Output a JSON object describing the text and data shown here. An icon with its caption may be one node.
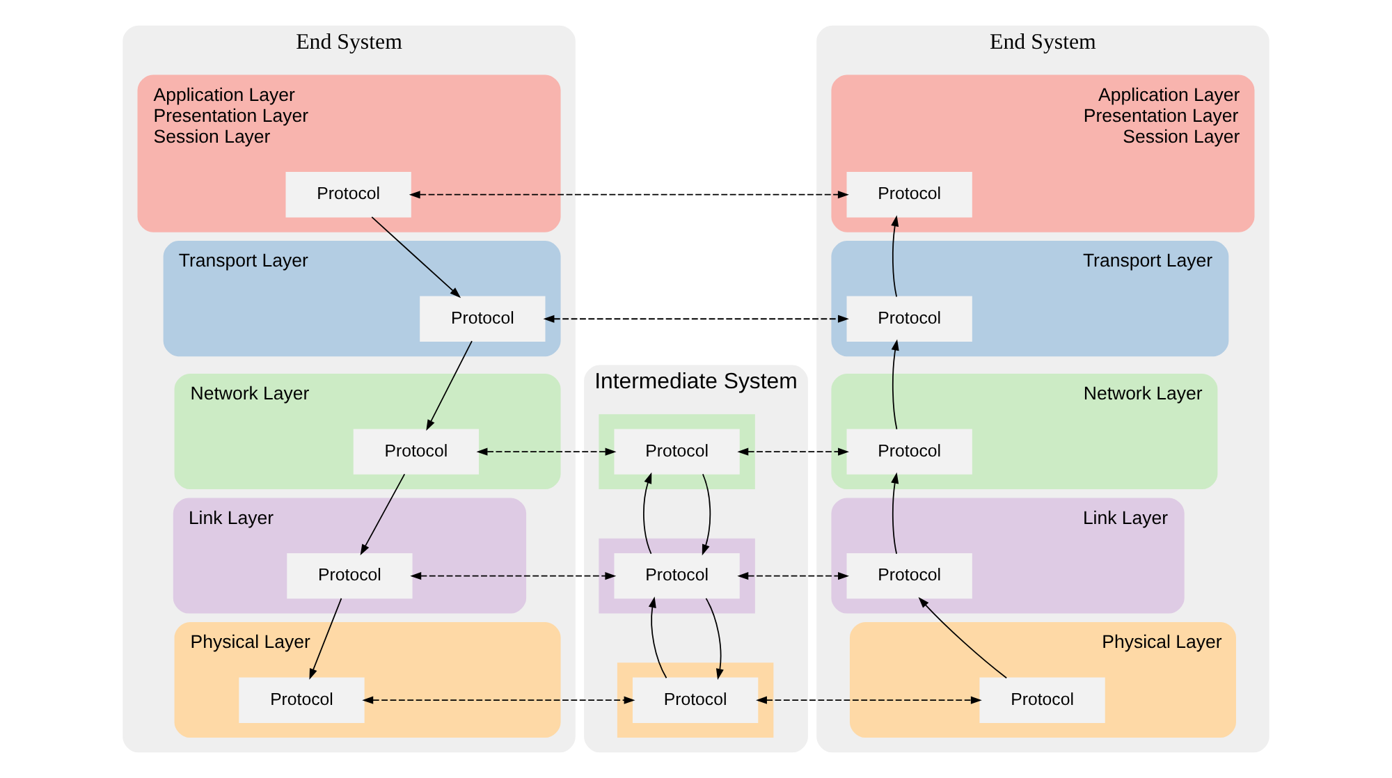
{
  "diagram": {
    "nodes": [
      {
        "text": [
          "End System"
        ]
      },
      {
        "text": [
          "Application Layer",
          "Presentation Layer",
          "Session Layer"
        ],
        "in": 0
      },
      {
        "text": [
          "Protocol"
        ],
        "in": 1
      },
      {
        "text": [
          "Transport Layer"
        ],
        "in": 0
      },
      {
        "text": [
          "Protocol"
        ],
        "in": 3
      },
      {
        "text": [
          "Network Layer"
        ],
        "in": 0
      },
      {
        "text": [
          "Protocol"
        ],
        "in": 5
      },
      {
        "text": [
          "Link Layer"
        ],
        "in": 0
      },
      {
        "text": [
          "Protocol"
        ],
        "in": 7
      },
      {
        "text": [
          "Physical Layer"
        ],
        "in": 0
      },
      {
        "text": [
          "Protocol"
        ],
        "in": 9
      },
      {
        "text": [
          "Intermediate System"
        ]
      },
      {
        "text": [],
        "shape": "box",
        "in": 11
      },
      {
        "text": [
          "Protocol"
        ],
        "in": 12
      },
      {
        "text": [],
        "shape": "box",
        "in": 11
      },
      {
        "text": [
          "Protocol"
        ],
        "in": 14
      },
      {
        "text": [],
        "shape": "box",
        "in": 11
      },
      {
        "text": [
          "Protocol"
        ],
        "in": 16
      },
      {
        "text": [
          "End System"
        ]
      },
      {
        "text": [
          "Application Layer",
          "Presentation Layer",
          "Session Layer"
        ],
        "in": 18
      },
      {
        "text": [
          "Protocol"
        ],
        "in": 19
      },
      {
        "text": [
          "Transport Layer"
        ],
        "in": 18
      },
      {
        "text": [
          "Protocol"
        ],
        "in": 21
      },
      {
        "text": [
          "Network Layer"
        ],
        "in": 18
      },
      {
        "text": [
          "Protocol"
        ],
        "in": 23
      },
      {
        "text": [
          "Link Layer"
        ],
        "in": 18
      },
      {
        "text": [
          "Protocol"
        ],
        "in": 25
      },
      {
        "text": [
          "Physical Layer"
        ],
        "in": 18
      },
      {
        "text": [
          "Protocol"
        ],
        "in": 27
      }
    ],
    "edges": [
      {
        "from": 2,
        "to": 4,
        "arrow": "to"
      },
      {
        "from": 4,
        "to": 6,
        "arrow": "to"
      },
      {
        "from": 6,
        "to": 8,
        "arrow": "to"
      },
      {
        "from": 8,
        "to": 10,
        "arrow": "to"
      },
      {
        "from": 2,
        "to": 20,
        "arrow": "both",
        "style": "dashed"
      },
      {
        "from": 4,
        "to": 22,
        "arrow": "both",
        "style": "dashed"
      },
      {
        "from": 6,
        "to": 13,
        "arrow": "both",
        "style": "dashed"
      },
      {
        "from": 13,
        "to": 24,
        "arrow": "both",
        "style": "dashed"
      },
      {
        "from": 8,
        "to": 15,
        "arrow": "both",
        "style": "dashed"
      },
      {
        "from": 15,
        "to": 26,
        "arrow": "both",
        "style": "dashed"
      },
      {
        "from": 10,
        "to": 17,
        "arrow": "both",
        "style": "dashed"
      },
      {
        "from": 17,
        "to": 28,
        "arrow": "both",
        "style": "dashed"
      },
      {
        "from": 17,
        "to": 15,
        "arrow": "to"
      },
      {
        "from": 15,
        "to": 13,
        "arrow": "to"
      },
      {
        "from": 13,
        "to": 15,
        "arrow": "to"
      },
      {
        "from": 15,
        "to": 17,
        "arrow": "to"
      },
      {
        "from": 28,
        "to": 26,
        "arrow": "to"
      },
      {
        "from": 26,
        "to": 24,
        "arrow": "to"
      },
      {
        "from": 24,
        "to": 22,
        "arrow": "to"
      },
      {
        "from": 22,
        "to": 20,
        "arrow": "to"
      }
    ]
  }
}
